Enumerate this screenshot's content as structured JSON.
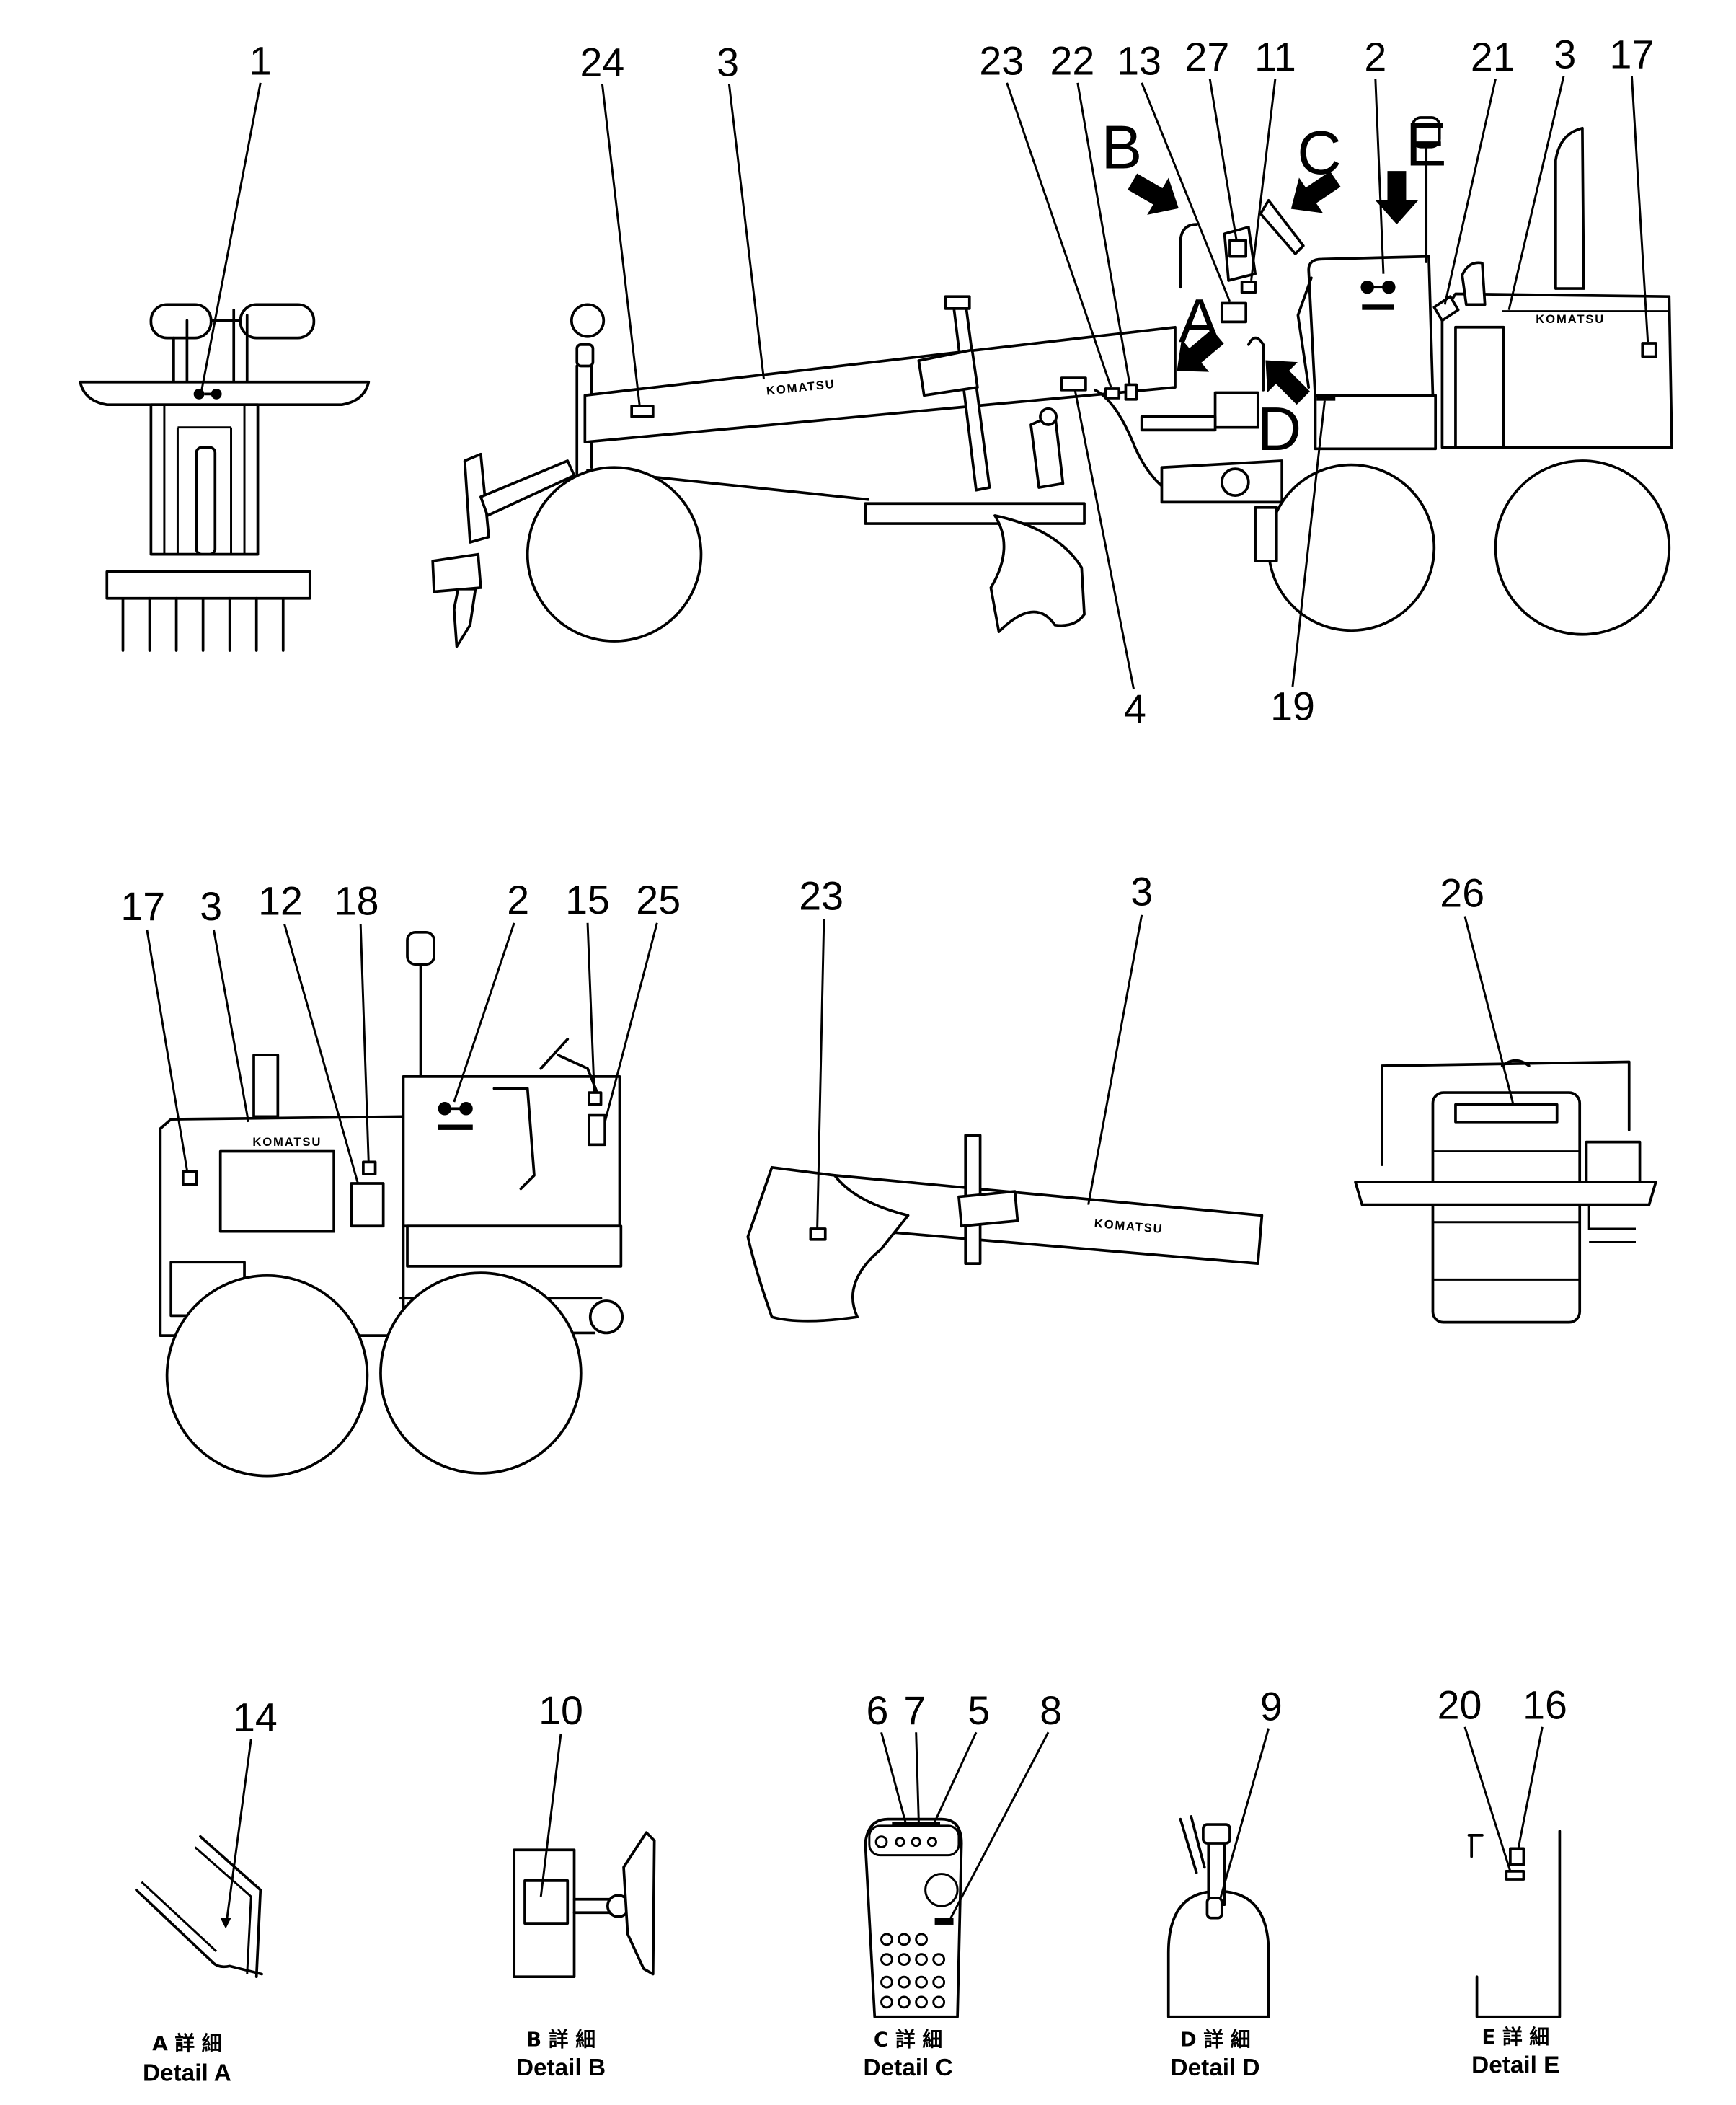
{
  "front_view": {
    "callouts": [
      "1"
    ]
  },
  "side_view": {
    "callouts": [
      "24",
      "3",
      "23",
      "22",
      "13",
      "27",
      "11",
      "2",
      "21",
      "3",
      "17",
      "4",
      "19"
    ],
    "view_arrows": [
      "B",
      "C",
      "E",
      "A",
      "D"
    ],
    "brand_text": "KOMATSU"
  },
  "rear_side_view": {
    "callouts": [
      "17",
      "3",
      "12",
      "18",
      "2",
      "15",
      "25"
    ],
    "brand_text": "KOMATSU"
  },
  "blade_view": {
    "callouts": [
      "23",
      "3"
    ],
    "brand_text": "KOMATSU"
  },
  "rear_view": {
    "callouts": [
      "26"
    ]
  },
  "details": [
    {
      "callouts": [
        "14"
      ],
      "caption_jp": "A 詳 細",
      "caption_en": "Detail A"
    },
    {
      "callouts": [
        "10"
      ],
      "caption_jp": "B 詳 細",
      "caption_en": "Detail B"
    },
    {
      "callouts": [
        "6",
        "7",
        "5",
        "8"
      ],
      "caption_jp": "C 詳 細",
      "caption_en": "Detail C"
    },
    {
      "callouts": [
        "9"
      ],
      "caption_jp": "D 詳 細",
      "caption_en": "Detail D"
    },
    {
      "callouts": [
        "20",
        "16"
      ],
      "caption_jp": "E 詳 細",
      "caption_en": "Detail E"
    }
  ],
  "colors": {
    "ink": "#000000",
    "paper": "#ffffff"
  }
}
